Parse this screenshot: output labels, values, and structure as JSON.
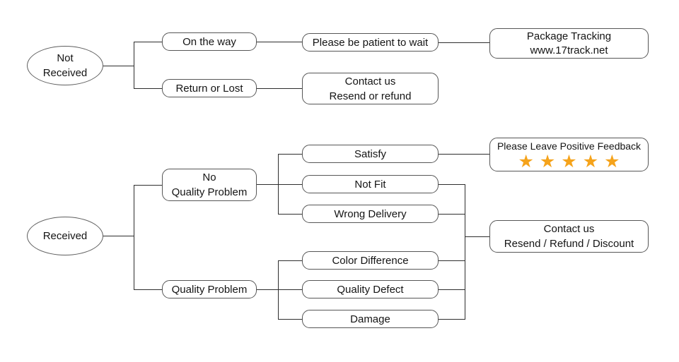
{
  "colors": {
    "background": "#ffffff",
    "text": "#141414",
    "line": "#2d2d2d",
    "box_border": "#565656",
    "star": "#F5A31B"
  },
  "nodes": {
    "not_received": {
      "label": "Not\nReceived"
    },
    "received": {
      "label": "Received"
    },
    "on_the_way": {
      "label": "On the way"
    },
    "return_or_lost": {
      "label": "Return or Lost"
    },
    "please_wait": {
      "label": "Please be patient to wait"
    },
    "package_tracking": {
      "label": "Package Tracking\nwww.17track.net"
    },
    "contact_resend_refund": {
      "label": "Contact us\nResend or refund"
    },
    "no_quality_problem": {
      "label": "No\nQuality Problem"
    },
    "quality_problem": {
      "label": "Quality Problem"
    },
    "satisfy": {
      "label": "Satisfy"
    },
    "not_fit": {
      "label": "Not Fit"
    },
    "wrong_delivery": {
      "label": "Wrong Delivery"
    },
    "color_difference": {
      "label": "Color Difference"
    },
    "quality_defect": {
      "label": "Quality Defect"
    },
    "damage": {
      "label": "Damage"
    },
    "positive_feedback": {
      "title": "Please Leave Positive Feedback",
      "stars": "★★★★★",
      "star_count": 5
    },
    "contact_discount": {
      "label": "Contact us\nResend / Refund / Discount"
    }
  }
}
